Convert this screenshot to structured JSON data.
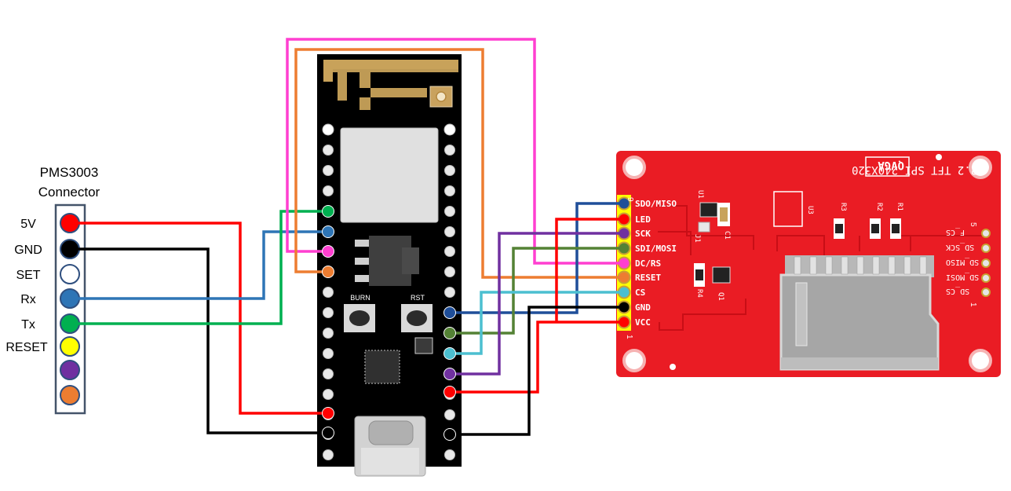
{
  "connector": {
    "title_line1": "PMS3003",
    "title_line2": "Connector",
    "pins": [
      {
        "label": "5V",
        "color": "#ff0000"
      },
      {
        "label": "GND",
        "color": "#000000"
      },
      {
        "label": "SET",
        "color": "#ffffff"
      },
      {
        "label": "Rx",
        "color": "#2e75b6"
      },
      {
        "label": "Tx",
        "color": "#00b050"
      },
      {
        "label": "RESET",
        "color": "#ffff00"
      },
      {
        "label": "",
        "color": "#7030a0"
      },
      {
        "label": "",
        "color": "#ed7d31"
      }
    ]
  },
  "mcu_board": {
    "burn_label": "BURN",
    "rst_label": "RST"
  },
  "tft": {
    "title": "2.2 TFT SPI 240X320",
    "brand": "QVGA",
    "pins": [
      {
        "label": "SDO/MISO",
        "color": "#1f4e99"
      },
      {
        "label": "LED",
        "color": "#ff0000"
      },
      {
        "label": "SCK",
        "color": "#7030a0"
      },
      {
        "label": "SDI/MOSI",
        "color": "#548235"
      },
      {
        "label": "DC/RS",
        "color": "#ff3fd0"
      },
      {
        "label": "RESET",
        "color": "#ed7d31"
      },
      {
        "label": "CS",
        "color": "#4bbfd0"
      },
      {
        "label": "GND",
        "color": "#000000"
      },
      {
        "label": "VCC",
        "color": "#ff0000"
      }
    ],
    "pin_num_top": "9",
    "pin_num_bottom": "1",
    "sd_pins": [
      "F_CS",
      "SD_SCK",
      "SD_MISO",
      "SD_MOSI",
      "SD_CS"
    ],
    "sd_num_top": "5",
    "sd_num_bottom": "1",
    "parts": [
      "U1",
      "J1",
      "C1",
      "U3",
      "R3",
      "R2",
      "R1",
      "R4",
      "Q1"
    ]
  },
  "wire_colors": {
    "red": "#ff0000",
    "black": "#000000",
    "blue": "#2e75b6",
    "green": "#00b050",
    "pink": "#ff3fd0",
    "orange": "#ed7d31",
    "navy": "#1f4e99",
    "olive": "#548235",
    "cyan": "#4bbfd0",
    "purple": "#7030a0"
  }
}
